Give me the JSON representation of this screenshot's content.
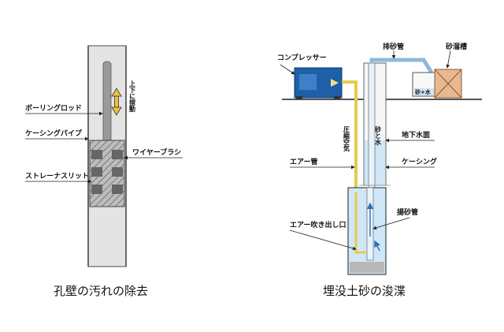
{
  "left_diagram": {
    "labels": {
      "boring_rod": "ボーリングロッド",
      "casing_pipe": "ケーシングパイプ",
      "strainer_slit": "ストレーナスリット",
      "wire_brush": "ワイヤーブラシ",
      "updown_motion": "上下に摺動"
    },
    "caption": "孔壁の汚れの除去"
  },
  "right_diagram": {
    "labels": {
      "compressor": "コンプレッサー",
      "sand_discharge_pipe": "排砂管",
      "sand_settling_tank": "砂溜槽",
      "sand_water": "砂+水",
      "groundwater_level": "地下水面",
      "casing": "ケーシング",
      "air_pipe": "エアー管",
      "compressed_air": "圧縮空気",
      "sand_and_water": "砂と水",
      "air_outlet": "エアー吹き出し口",
      "sand_lifting_pipe": "揚砂管"
    },
    "caption": "埋没土砂の浚渫"
  },
  "colors": {
    "pipe_grey": "#dcdcdc",
    "brush_grey": "#8c8c8c",
    "water_blue": "#cfe7f7",
    "compressor_blue": "#1e5fa8",
    "air_yellow": "#f2e08a",
    "tank_orange": "#e8b890",
    "ground": "#555555"
  }
}
